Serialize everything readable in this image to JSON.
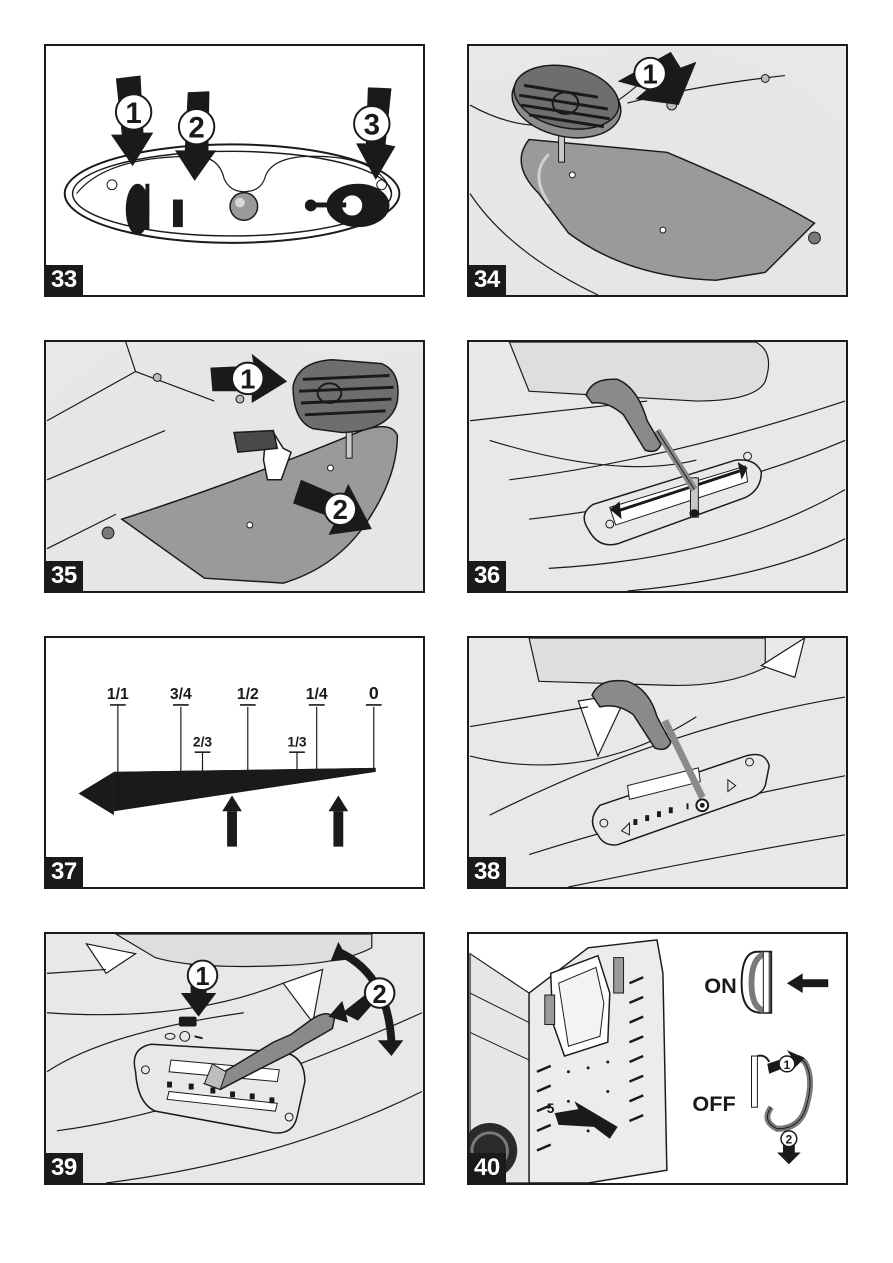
{
  "figures": [
    {
      "number": "33",
      "callouts": [
        "1",
        "2",
        "3"
      ]
    },
    {
      "number": "34",
      "callouts": [
        "1"
      ]
    },
    {
      "number": "35",
      "callouts": [
        "1",
        "2"
      ]
    },
    {
      "number": "36",
      "callouts": []
    },
    {
      "number": "37",
      "callouts": [],
      "scale_labels_top": [
        "1/1",
        "3/4",
        "1/2",
        "1/4",
        "0"
      ],
      "scale_labels_mid": [
        "2/3",
        "1/3"
      ]
    },
    {
      "number": "38",
      "callouts": []
    },
    {
      "number": "39",
      "callouts": [
        "1",
        "2"
      ]
    },
    {
      "number": "40",
      "callouts": [
        "1",
        "2"
      ],
      "switch_on_label": "ON",
      "switch_off_label": "OFF"
    }
  ],
  "colors": {
    "panel_bg": "#e8e8e8",
    "outline": "#1a1a1a",
    "pedal_dark": "#8c8c8c",
    "floor_dark": "#9a9a9a",
    "lever": "#8a8a8a"
  }
}
